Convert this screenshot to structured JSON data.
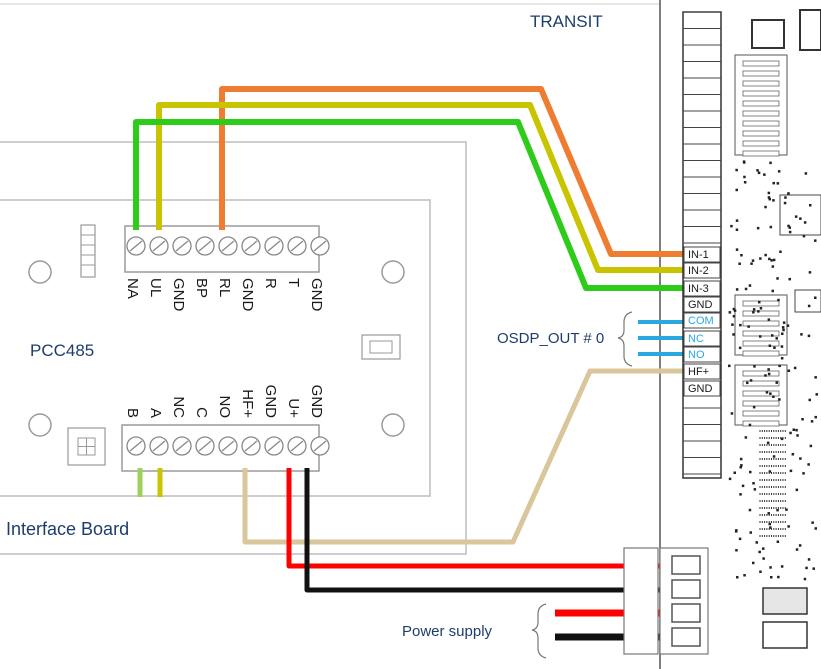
{
  "labels": {
    "transit": "TRANSIT",
    "pcc485": "PCC485",
    "interface_board": "Interface Board",
    "osdp_out": "OSDP_OUT # 0",
    "power_supply": "Power supply"
  },
  "pcc_top_pins": [
    "NA",
    "UL",
    "GND",
    "BP",
    "RL",
    "GND",
    "R",
    "T",
    "GND"
  ],
  "pcc_bottom_pins": [
    "B",
    "A",
    "NC",
    "C",
    "NO",
    "HF+",
    "GND",
    "U+",
    "GND"
  ],
  "transit_pins": [
    {
      "label": "IN-1",
      "color": "#1a1a1a"
    },
    {
      "label": "IN-2",
      "color": "#1a1a1a"
    },
    {
      "label": "IN-3",
      "color": "#1a1a1a"
    },
    {
      "label": "GND",
      "color": "#1a1a1a"
    },
    {
      "label": "COM",
      "color": "#2aa8e0"
    },
    {
      "label": "NC",
      "color": "#2aa8e0"
    },
    {
      "label": "NO",
      "color": "#2aa8e0"
    },
    {
      "label": "HF+",
      "color": "#1a1a1a"
    },
    {
      "label": "GND",
      "color": "#1a1a1a"
    }
  ],
  "wire_colors": {
    "orange": "#ee7d31",
    "yellow": "#c9c400",
    "green": "#2ecc1a",
    "tan": "#d9c79b",
    "red": "#ff0000",
    "black": "#111111",
    "blue": "#2aa8e0"
  }
}
